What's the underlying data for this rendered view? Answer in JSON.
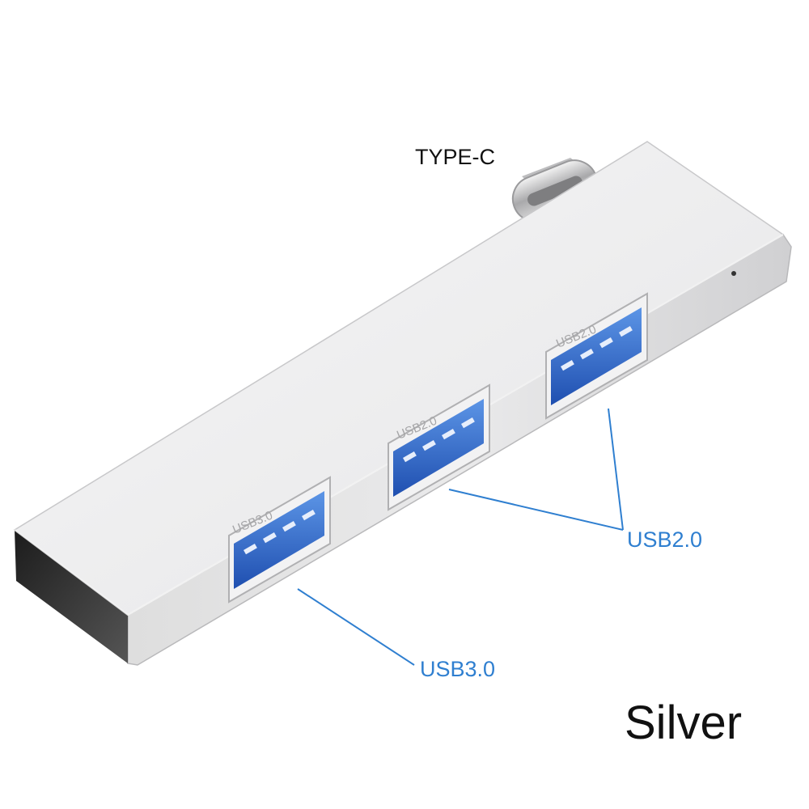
{
  "product": {
    "connector_label": "TYPE-C",
    "port_engravings": [
      "USB3.0",
      "USB2.0",
      "USB2.0"
    ],
    "callouts": {
      "usb2": "USB2.0",
      "usb3": "USB3.0"
    },
    "color_name": "Silver"
  },
  "colors": {
    "callout": "#2f7fd0",
    "port_blue": "#2a63c4",
    "body_silver": "#e9e9ea",
    "shadow_face": "#3a3a3a"
  }
}
